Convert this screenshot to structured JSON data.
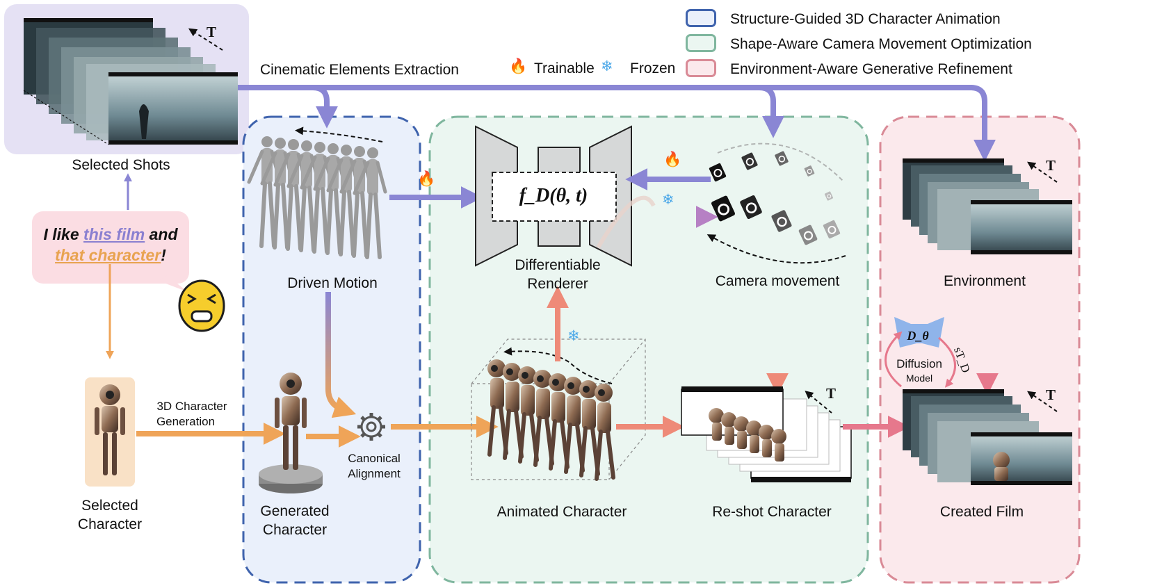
{
  "legend": {
    "items": [
      {
        "label": "Structure-Guided 3D Character Animation",
        "color": "#3f63ad",
        "fill": "#eaf0fb"
      },
      {
        "label": "Shape-Aware Camera Movement Optimization",
        "color": "#7fb69e",
        "fill": "#ebf6f1"
      },
      {
        "label": "Environment-Aware Generative Refinement",
        "color": "#d98a96",
        "fill": "#fbe9ec"
      }
    ],
    "trainable": "Trainable",
    "frozen": "Frozen"
  },
  "top": {
    "extraction_title": "Cinematic Elements Extraction",
    "selected_shots": "Selected Shots"
  },
  "speech": {
    "part1": "I like ",
    "film": "this film",
    "part2": " and",
    "character": "that character",
    "part3": "!"
  },
  "left": {
    "selected_character_line1": "Selected",
    "selected_character_line2": "Character",
    "gen_line1": "3D Character",
    "gen_line2": "Generation"
  },
  "blue_panel": {
    "driven_motion": "Driven Motion",
    "generated_character_line1": "Generated",
    "generated_character_line2": "Character",
    "canonical_line1": "Canonical",
    "canonical_line2": "Alignment"
  },
  "green_panel": {
    "renderer_formula": "f_D(θ, t)",
    "renderer_line1": "Differentiable",
    "renderer_line2": "Renderer",
    "camera_movement": "Camera movement",
    "animated_character": "Animated Character",
    "reshot_character": "Re-shot Character"
  },
  "pink_panel": {
    "environment": "Environment",
    "diffusion_symbol": "D_θ",
    "diffusion_line1": "Diffusion",
    "diffusion_line2": "Model",
    "loop_label": "sT_D",
    "created_film": "Created Film"
  },
  "film_marker": "T",
  "colors": {
    "purple_arrow": "#8a86d4",
    "orange_arrow": "#efa458",
    "salmon_arrow": "#ee8a78",
    "pink_arrow": "#e6788c"
  }
}
